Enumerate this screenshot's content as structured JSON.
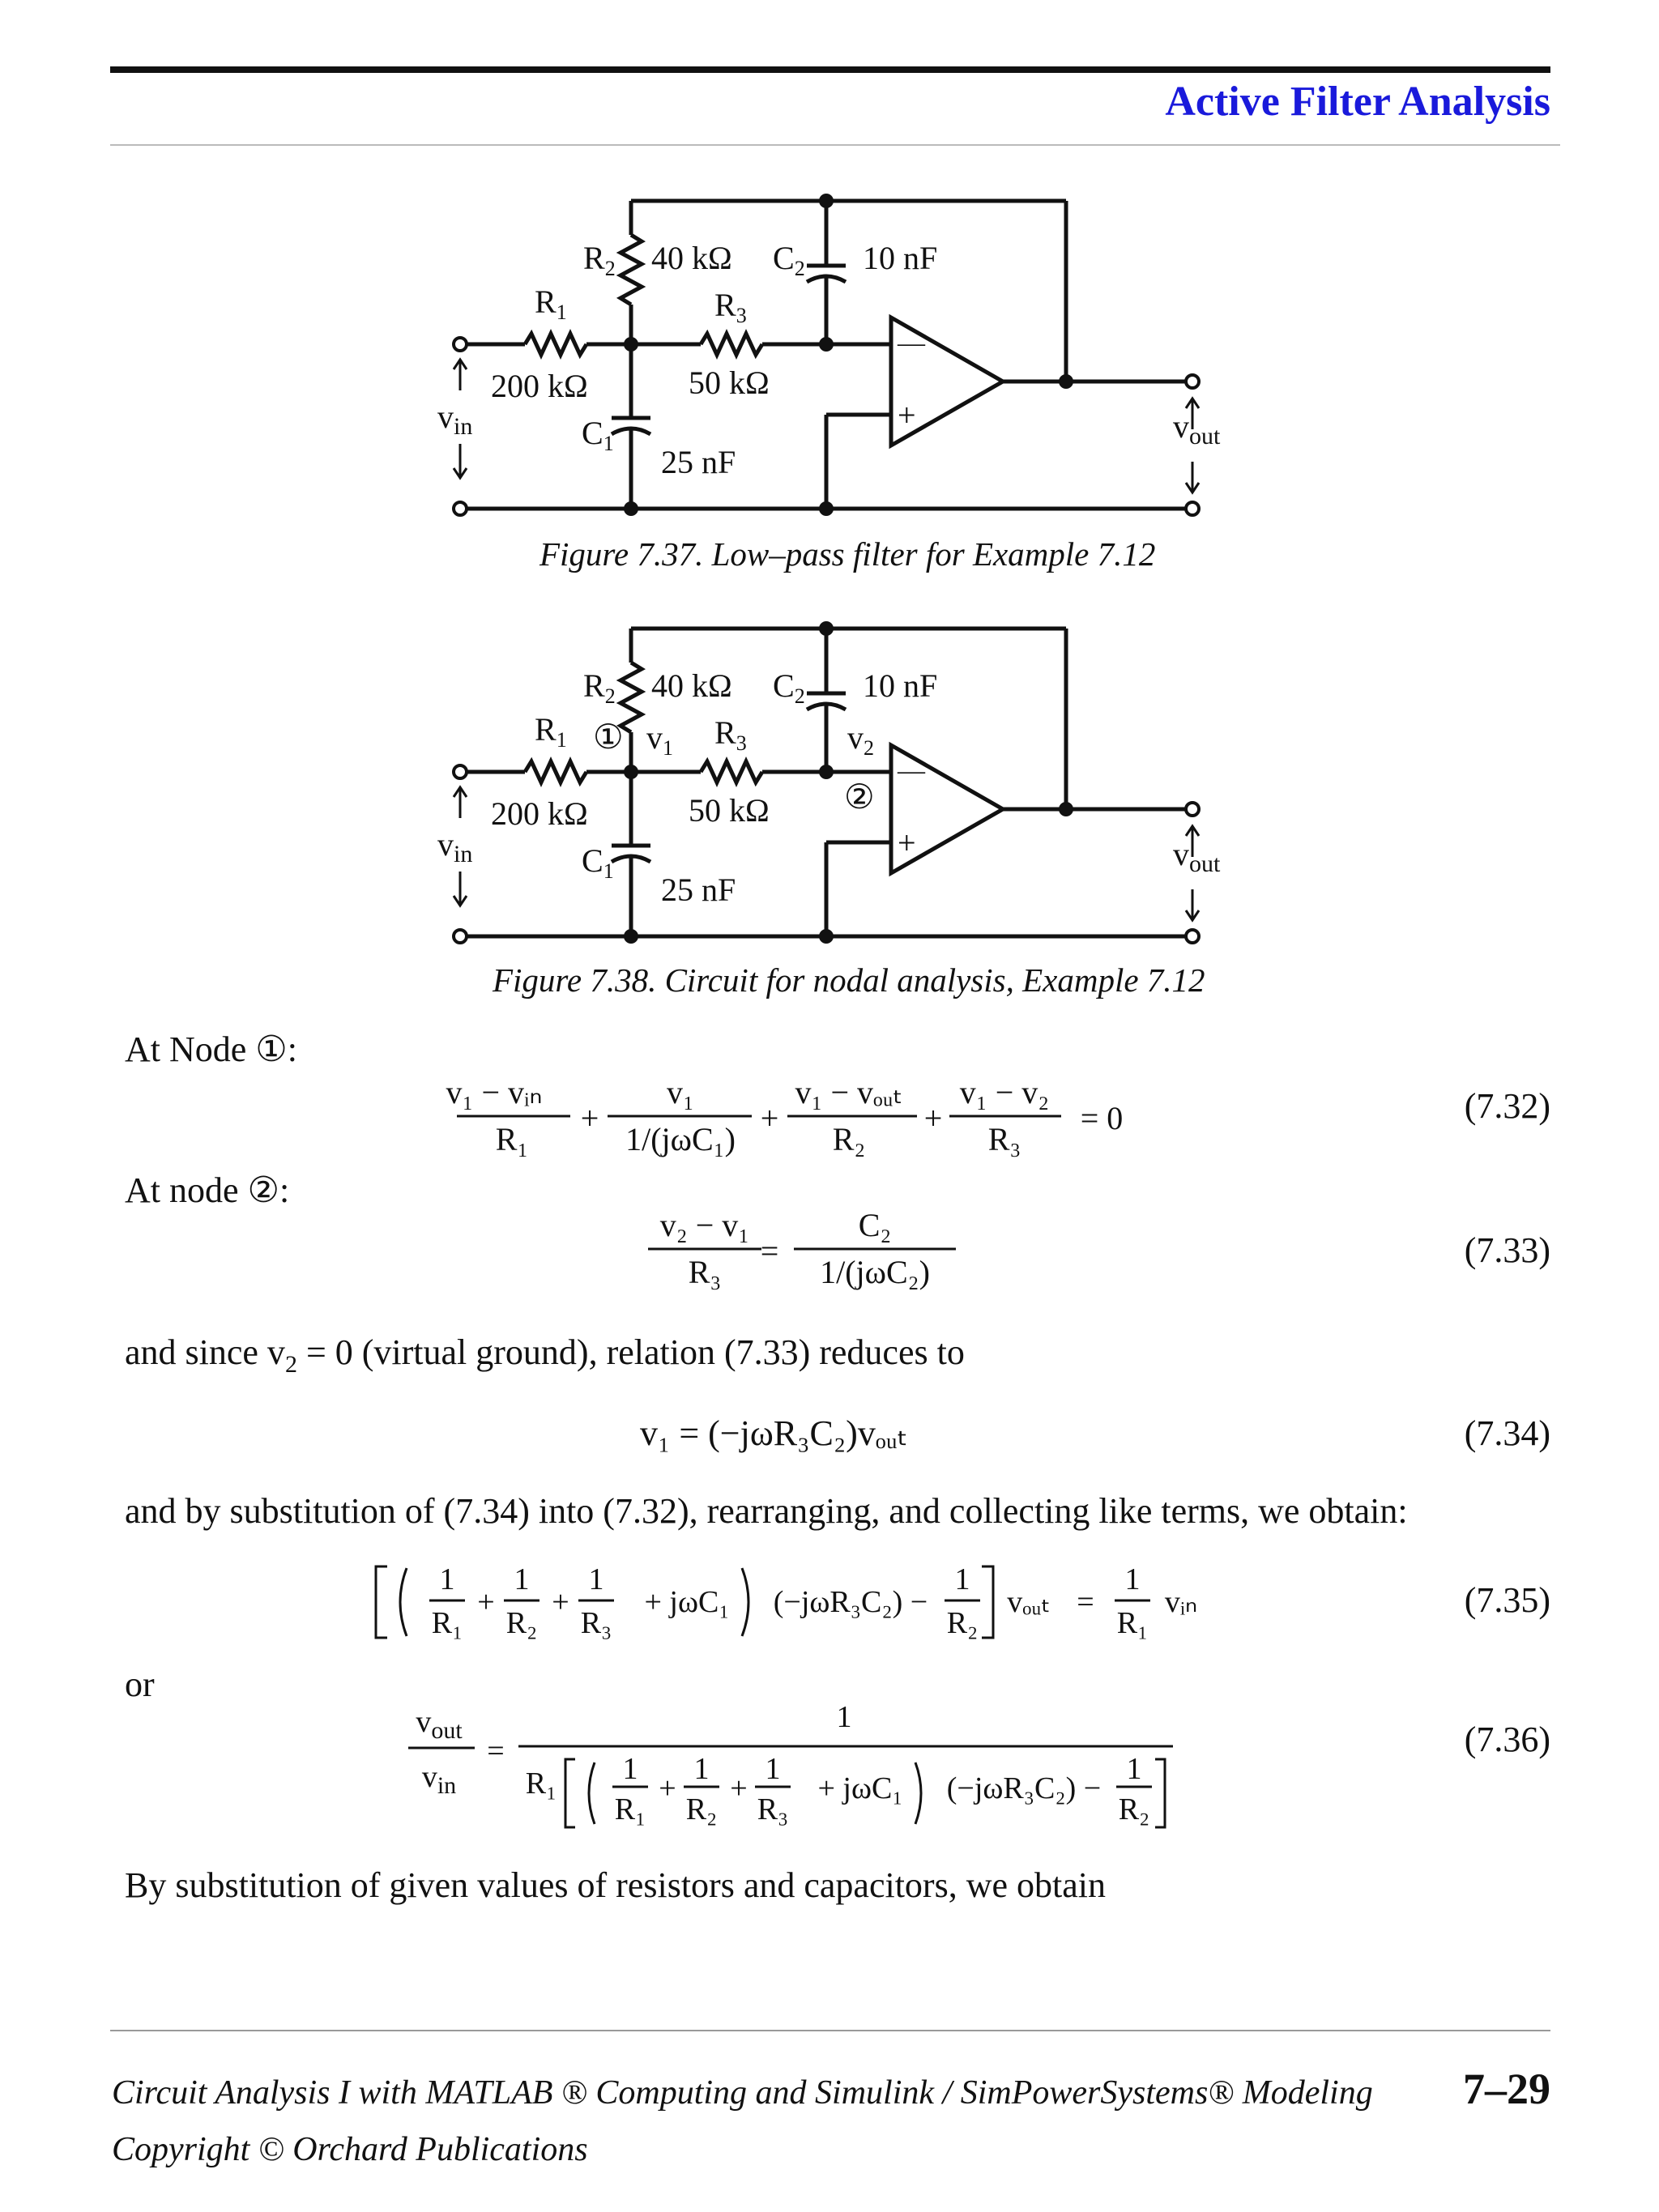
{
  "header": {
    "title": "Active Filter Analysis"
  },
  "figure1": {
    "caption": "Figure 7.37.  Low–pass filter for Example 7.12",
    "labels": {
      "R1": "R",
      "R1_sub": "1",
      "R1_val": "200 kΩ",
      "R2": "R",
      "R2_sub": "2",
      "R2_val": "40 kΩ",
      "R3": "R",
      "R3_sub": "3",
      "R3_val": "50 kΩ",
      "C1": "C",
      "C1_sub": "1",
      "C1_val": "25 nF",
      "C2": "C",
      "C2_sub": "2",
      "C2_val": "10 nF",
      "vin": "v",
      "vin_sub": "in",
      "vout": "v",
      "vout_sub": "out",
      "minus": "—",
      "plus": "+"
    }
  },
  "figure2": {
    "caption": "Figure 7.38.  Circuit for nodal analysis, Example 7.12",
    "node1": "①",
    "node2": "②",
    "v1": "v",
    "v1_sub": "1",
    "v2": "v",
    "v2_sub": "2"
  },
  "text": {
    "at_node1": "At Node ①:",
    "at_node2": "At node ②:",
    "since_a": "and since v",
    "since_sub": "2",
    "since_b": " =  0  (virtual ground), relation (7.33) reduces to",
    "substitution": "and by substitution of (7.34) into (7.32), rearranging, and collecting like terms, we obtain:",
    "or": "or",
    "final": "By substitution of given values of resistors and capacitors, we obtain"
  },
  "equations": {
    "eq732": "(7.32)",
    "eq733": "(7.33)",
    "eq734": "(7.34)",
    "eq735": "(7.35)",
    "eq736": "(7.36)",
    "e732_n1": "v₁ − vᵢₙ",
    "e732_d1": "R₁",
    "e732_n2": "v₁",
    "e732_d2": "1/(jωC₁)",
    "e732_n3": "v₁ − vₒᵤₜ",
    "e732_d3": "R₂",
    "e732_n4": "v₁ − v₂",
    "e732_d4": "R₃",
    "e732_rhs": "=  0",
    "e733_n1": "v₂ − v₁",
    "e733_d1": "R₃",
    "e733_n2": "C₂",
    "e733_d2": "1/(jωC₂)",
    "e734": "v₁  =  (−jωR₃C₂)vₒᵤₜ",
    "one": "1",
    "r1": "R₁",
    "r2": "R₂",
    "r3": "R₃",
    "jwc1": "+ jωC₁",
    "mult": "(−jωR₃C₂) −",
    "vout": "vₒᵤₜ",
    "vin": "vᵢₙ",
    "vout_n": "v",
    "vout_n_sub": "out",
    "vin_d": "v",
    "vin_d_sub": "in"
  },
  "footer": {
    "book_title": "Circuit Analysis I with MATLAB ® Computing and Simulink / SimPowerSystems® Modeling",
    "copyright": "Copyright ©  Orchard Publications",
    "page": "7–29"
  }
}
